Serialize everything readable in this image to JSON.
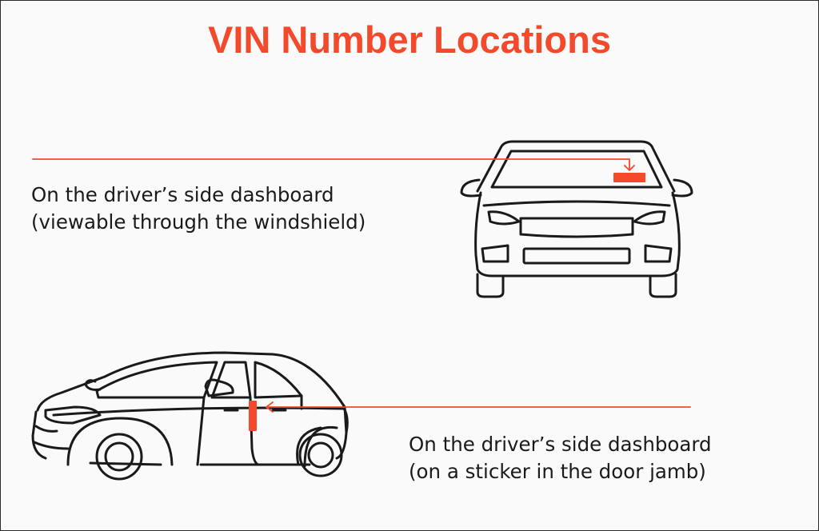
{
  "title": "VIN Number Locations",
  "colors": {
    "accent": "#f24a2a",
    "line": "#1a1a1a",
    "background": "#fafafa"
  },
  "locations": [
    {
      "line1": "On the driver’s side dashboard",
      "line2": "(viewable through the windshield)"
    },
    {
      "line1": "On the driver’s side dashboard",
      "line2": "(on a sticker in the door jamb)"
    }
  ],
  "icons": [
    "car-front-view-icon",
    "car-side-view-icon"
  ]
}
